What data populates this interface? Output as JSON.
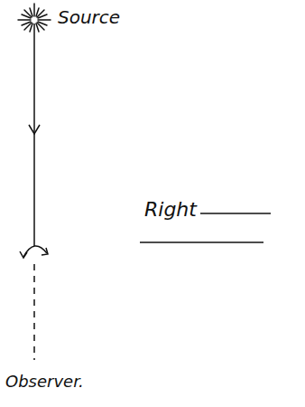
{
  "diagram": {
    "labels": [
      "Source",
      "Right",
      "Observer."
    ]
  }
}
